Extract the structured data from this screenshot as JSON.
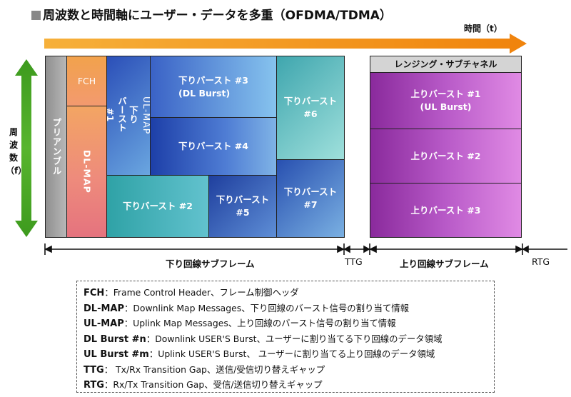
{
  "title": "周波数と時間軸にユーザー・データを多重（OFDMA/TDMA）",
  "axes": {
    "time_label": "時間（t）",
    "freq_label": [
      "周",
      "波",
      "数",
      "（f）"
    ]
  },
  "downlink": {
    "preamble": "プリアンブル",
    "fch": "FCH",
    "dl_map": "DL-MAP",
    "ul_map": "下り\nバースト\n#1",
    "ul_map_overlay": "UL-MAP",
    "burst3": "下りバースト #3\n(DL Burst)",
    "burst4": "下りバースト #4",
    "burst6": "下りバースト\n#6",
    "burst2": "下りバースト #2",
    "burst5": "下りバースト\n#5",
    "burst7": "下りバースト\n#7"
  },
  "uplink": {
    "ranging": "レンジング・サブチャネル",
    "burst1": "上りバースト #1\n(UL Burst)",
    "burst2": "上りバースト #2",
    "burst3": "上りバースト #3"
  },
  "timeline": {
    "dl_subframe": "下り回線サブフレーム",
    "ttg": "TTG",
    "ul_subframe": "上り回線サブフレーム",
    "rtg": "RTG"
  },
  "definitions": [
    {
      "term": "FCH",
      "desc": "：Frame Control Header、フレーム制御ヘッダ"
    },
    {
      "term": "DL-MAP",
      "desc": "：Downlink Map Messages、下り回線のバースト信号の割り当て情報"
    },
    {
      "term": "UL-MAP",
      "desc": "：Uplink Map Messages、上り回線のバースト信号の割り当て情報"
    },
    {
      "term": "DL Burst #n",
      "desc": "：Downlink USER'S Burst、ユーザーに割り当てる下り回線のデータ領域"
    },
    {
      "term": "UL Burst #m",
      "desc": "：Uplink USER'S Burst、 ユーザーに割り当てる上り回線のデータ領域"
    },
    {
      "term": "TTG",
      "desc": "： Tx/Rx Transition Gap、送信/受信切り替えギャップ"
    },
    {
      "term": "RTG",
      "desc": "：Rx/Tx Transition Gap、受信/送信切り替えギャップ"
    }
  ],
  "colors": {
    "time_arrow": "#f08a10",
    "freq_arrow": "#3d9a1e",
    "uplink_purple": "#b85ac8",
    "downlink_blue": "#3a62c6"
  }
}
